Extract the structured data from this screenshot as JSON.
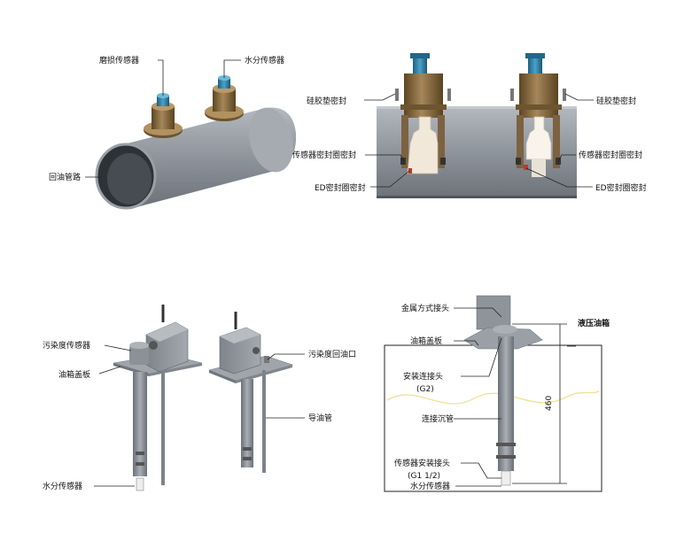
{
  "panel_top_left": {
    "label_wear_sensor": "磨损传感器",
    "label_moisture_sensor": "水分传感器",
    "label_return_pipe": "回油管路"
  },
  "panel_top_right": {
    "label_silicone_seal_left": "硅胶垫密封",
    "label_silicone_seal_right": "硅胶垫密封",
    "label_sensor_seal_left": "传感器密封圈密封",
    "label_sensor_seal_right": "传感器密封圈密封",
    "label_ed_seal_left": "ED密封圈密封",
    "label_ed_seal_right": "ED密封圈密封"
  },
  "panel_bottom_left": {
    "label_contamination_sensor": "污染度传感器",
    "label_tank_cover": "油箱盖板",
    "label_moisture_sensor": "水分传感器",
    "label_contamination_return": "污染度回油口",
    "label_oil_guide_pipe": "导油管"
  },
  "panel_bottom_right": {
    "label_metal_fitting": "金属方式接头",
    "label_tank_cover": "油箱盖板",
    "label_mount_fitting": "安装连接头",
    "label_mount_fitting_spec": "(G2)",
    "label_connect_pipe": "连接沉管",
    "label_sensor_mount_fitting": "传感器安装接头",
    "label_sensor_mount_spec": "(G1 1/2)",
    "label_moisture_sensor": "水分传感器",
    "label_hydraulic_tank": "液压油箱",
    "dimension_value": "460"
  },
  "colors": {
    "pipe": "#8f959c",
    "pipe_dark": "#5c6168",
    "brass": "#8a6a3c",
    "cable_blue": "#2f7fa6",
    "white_sensor": "#f2ece2",
    "wave": "#f3e79a"
  }
}
